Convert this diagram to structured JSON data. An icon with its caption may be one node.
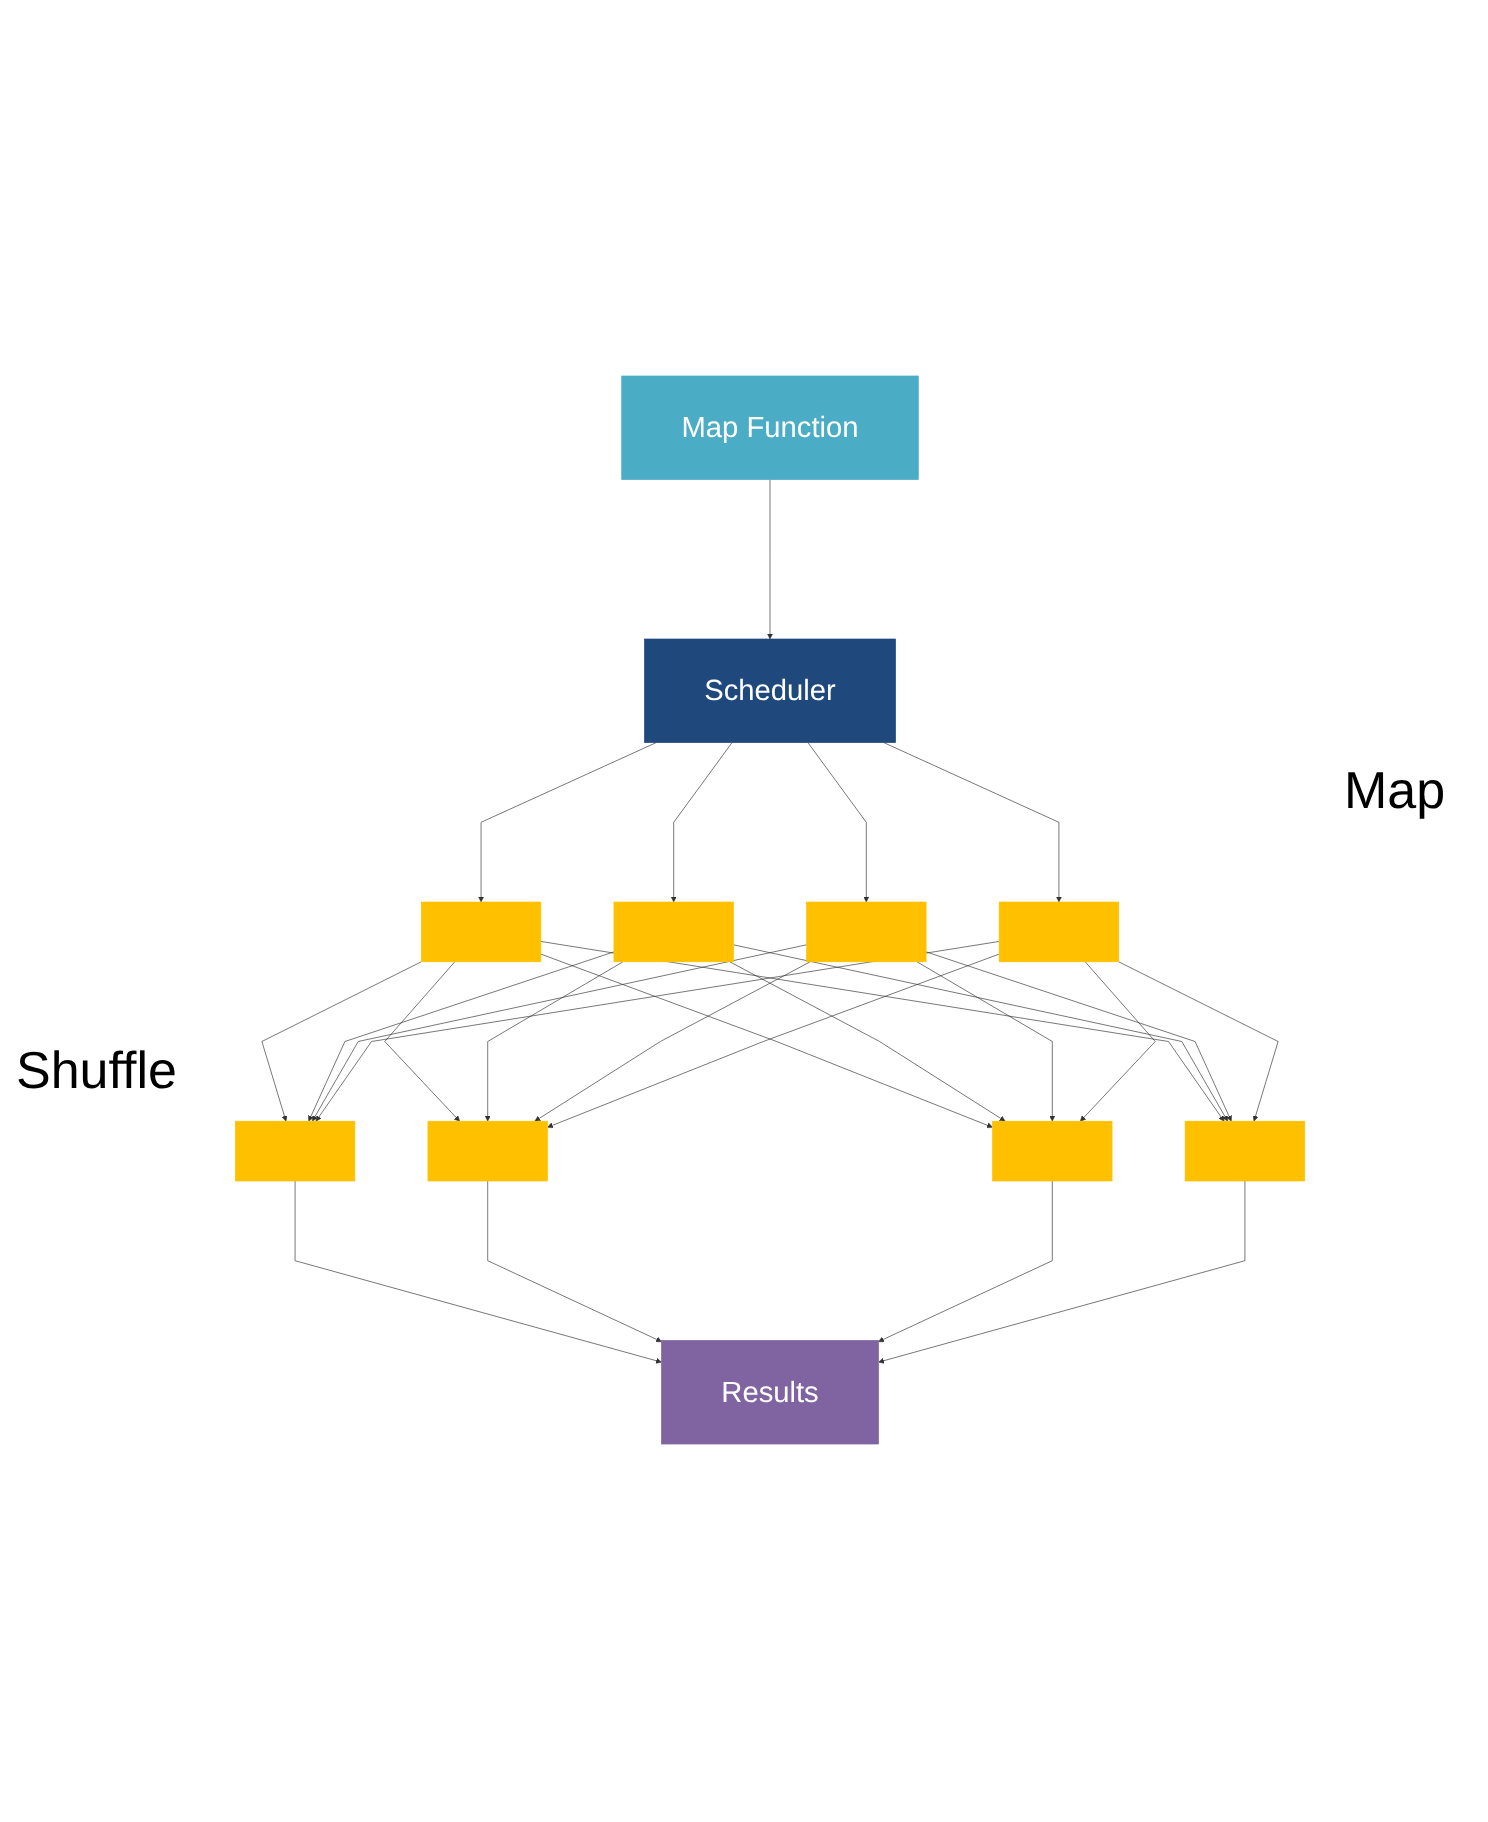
{
  "diagram": {
    "nodes": [
      {
        "text": [
          "Map Function"
        ]
      },
      {
        "text": [
          "Scheduler"
        ]
      },
      {
        "text": [],
        "shape": "box"
      },
      {
        "text": [],
        "shape": "box"
      },
      {
        "text": [],
        "shape": "box"
      },
      {
        "text": [],
        "shape": "box"
      },
      {
        "text": [],
        "shape": "box"
      },
      {
        "text": [],
        "shape": "box"
      },
      {
        "text": [],
        "shape": "box"
      },
      {
        "text": [],
        "shape": "box"
      },
      {
        "text": [
          "Results"
        ]
      }
    ],
    "edges": [
      {
        "from": 0,
        "to": 1,
        "arrow": "to"
      },
      {
        "from": 1,
        "to": 2,
        "arrow": "to"
      },
      {
        "from": 1,
        "to": 3,
        "arrow": "to"
      },
      {
        "from": 1,
        "to": 4,
        "arrow": "to"
      },
      {
        "from": 1,
        "to": 5,
        "arrow": "to"
      },
      {
        "from": 2,
        "to": 6,
        "arrow": "to"
      },
      {
        "from": 2,
        "to": 7,
        "arrow": "to"
      },
      {
        "from": 2,
        "to": 8,
        "arrow": "to"
      },
      {
        "from": 2,
        "to": 9,
        "arrow": "to"
      },
      {
        "from": 3,
        "to": 6,
        "arrow": "to"
      },
      {
        "from": 3,
        "to": 7,
        "arrow": "to"
      },
      {
        "from": 3,
        "to": 8,
        "arrow": "to"
      },
      {
        "from": 3,
        "to": 9,
        "arrow": "to"
      },
      {
        "from": 4,
        "to": 6,
        "arrow": "to"
      },
      {
        "from": 4,
        "to": 7,
        "arrow": "to"
      },
      {
        "from": 4,
        "to": 8,
        "arrow": "to"
      },
      {
        "from": 4,
        "to": 9,
        "arrow": "to"
      },
      {
        "from": 5,
        "to": 6,
        "arrow": "to"
      },
      {
        "from": 5,
        "to": 7,
        "arrow": "to"
      },
      {
        "from": 5,
        "to": 8,
        "arrow": "to"
      },
      {
        "from": 5,
        "to": 9,
        "arrow": "to"
      },
      {
        "from": 6,
        "to": 10,
        "arrow": "to"
      },
      {
        "from": 7,
        "to": 10,
        "arrow": "to"
      },
      {
        "from": 8,
        "to": 10,
        "arrow": "to"
      },
      {
        "from": 9,
        "to": 10,
        "arrow": "to"
      }
    ],
    "labels": [
      "Map",
      "Shuffle"
    ]
  }
}
